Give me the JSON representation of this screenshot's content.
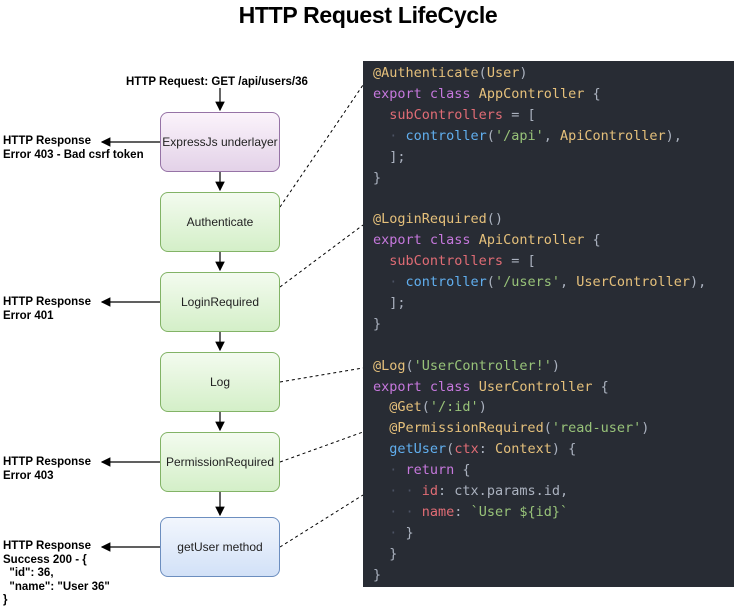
{
  "title": "HTTP Request LifeCycle",
  "request_label": "HTTP Request: GET /api/users/36",
  "nodes": [
    {
      "label": "ExpressJs underlayer"
    },
    {
      "label": "Authenticate"
    },
    {
      "label": "LoginRequired"
    },
    {
      "label": "Log"
    },
    {
      "label": "PermissionRequired"
    },
    {
      "label": "getUser method"
    }
  ],
  "responses": [
    {
      "text": "HTTP Response\nError 403 - Bad csrf token"
    },
    {
      "text": "HTTP Response\nError 401"
    },
    {
      "text": "HTTP Response\nError 403"
    },
    {
      "text": "HTTP Response\nSuccess 200 - {\n  \"id\": 36,\n  \"name\": \"User 36\"\n}"
    }
  ],
  "code_lines": [
    [
      [
        "dec",
        "@Authenticate"
      ],
      [
        "punc",
        "("
      ],
      [
        "cls",
        "User"
      ],
      [
        "punc",
        ")"
      ]
    ],
    [
      [
        "kw",
        "export "
      ],
      [
        "kw",
        "class "
      ],
      [
        "cls",
        "AppController "
      ],
      [
        "punc",
        "{"
      ]
    ],
    [
      [
        "guide",
        "  "
      ],
      [
        "prop",
        "subControllers"
      ],
      [
        "punc",
        " = ["
      ]
    ],
    [
      [
        "guide",
        "  · "
      ],
      [
        "fn",
        "controller"
      ],
      [
        "punc",
        "("
      ],
      [
        "str",
        "'/api'"
      ],
      [
        "punc",
        ", "
      ],
      [
        "cls",
        "ApiController"
      ],
      [
        "punc",
        "),"
      ]
    ],
    [
      [
        "guide",
        "  "
      ],
      [
        "punc",
        "];"
      ]
    ],
    [
      [
        "punc",
        "}"
      ]
    ],
    [
      [
        "punc",
        ""
      ]
    ],
    [
      [
        "dec",
        "@LoginRequired"
      ],
      [
        "punc",
        "()"
      ]
    ],
    [
      [
        "kw",
        "export "
      ],
      [
        "kw",
        "class "
      ],
      [
        "cls",
        "ApiController "
      ],
      [
        "punc",
        "{"
      ]
    ],
    [
      [
        "guide",
        "  "
      ],
      [
        "prop",
        "subControllers"
      ],
      [
        "punc",
        " = ["
      ]
    ],
    [
      [
        "guide",
        "  · "
      ],
      [
        "fn",
        "controller"
      ],
      [
        "punc",
        "("
      ],
      [
        "str",
        "'/users'"
      ],
      [
        "punc",
        ", "
      ],
      [
        "cls",
        "UserController"
      ],
      [
        "punc",
        "),"
      ]
    ],
    [
      [
        "guide",
        "  "
      ],
      [
        "punc",
        "];"
      ]
    ],
    [
      [
        "punc",
        "}"
      ]
    ],
    [
      [
        "punc",
        ""
      ]
    ],
    [
      [
        "dec",
        "@Log"
      ],
      [
        "punc",
        "("
      ],
      [
        "str",
        "'UserController!'"
      ],
      [
        "punc",
        ")"
      ]
    ],
    [
      [
        "kw",
        "export "
      ],
      [
        "kw",
        "class "
      ],
      [
        "cls",
        "UserController "
      ],
      [
        "punc",
        "{"
      ]
    ],
    [
      [
        "guide",
        "  "
      ],
      [
        "dec",
        "@Get"
      ],
      [
        "punc",
        "("
      ],
      [
        "str",
        "'/:id'"
      ],
      [
        "punc",
        ")"
      ]
    ],
    [
      [
        "guide",
        "  "
      ],
      [
        "dec",
        "@PermissionRequired"
      ],
      [
        "punc",
        "("
      ],
      [
        "str",
        "'read-user'"
      ],
      [
        "punc",
        ")"
      ]
    ],
    [
      [
        "guide",
        "  "
      ],
      [
        "fn",
        "getUser"
      ],
      [
        "punc",
        "("
      ],
      [
        "prop",
        "ctx"
      ],
      [
        "punc",
        ": "
      ],
      [
        "cls",
        "Context"
      ],
      [
        "punc",
        ") {"
      ]
    ],
    [
      [
        "guide",
        "  · "
      ],
      [
        "kw",
        "return "
      ],
      [
        "punc",
        "{"
      ]
    ],
    [
      [
        "guide",
        "  · · "
      ],
      [
        "prop",
        "id"
      ],
      [
        "punc",
        ": ctx.params.id,"
      ]
    ],
    [
      [
        "guide",
        "  · · "
      ],
      [
        "prop",
        "name"
      ],
      [
        "punc",
        ": "
      ],
      [
        "str",
        "`User ${id}`"
      ]
    ],
    [
      [
        "guide",
        "  · "
      ],
      [
        "punc",
        "}"
      ]
    ],
    [
      [
        "guide",
        "  "
      ],
      [
        "punc",
        "}"
      ]
    ],
    [
      [
        "punc",
        "}"
      ]
    ]
  ]
}
